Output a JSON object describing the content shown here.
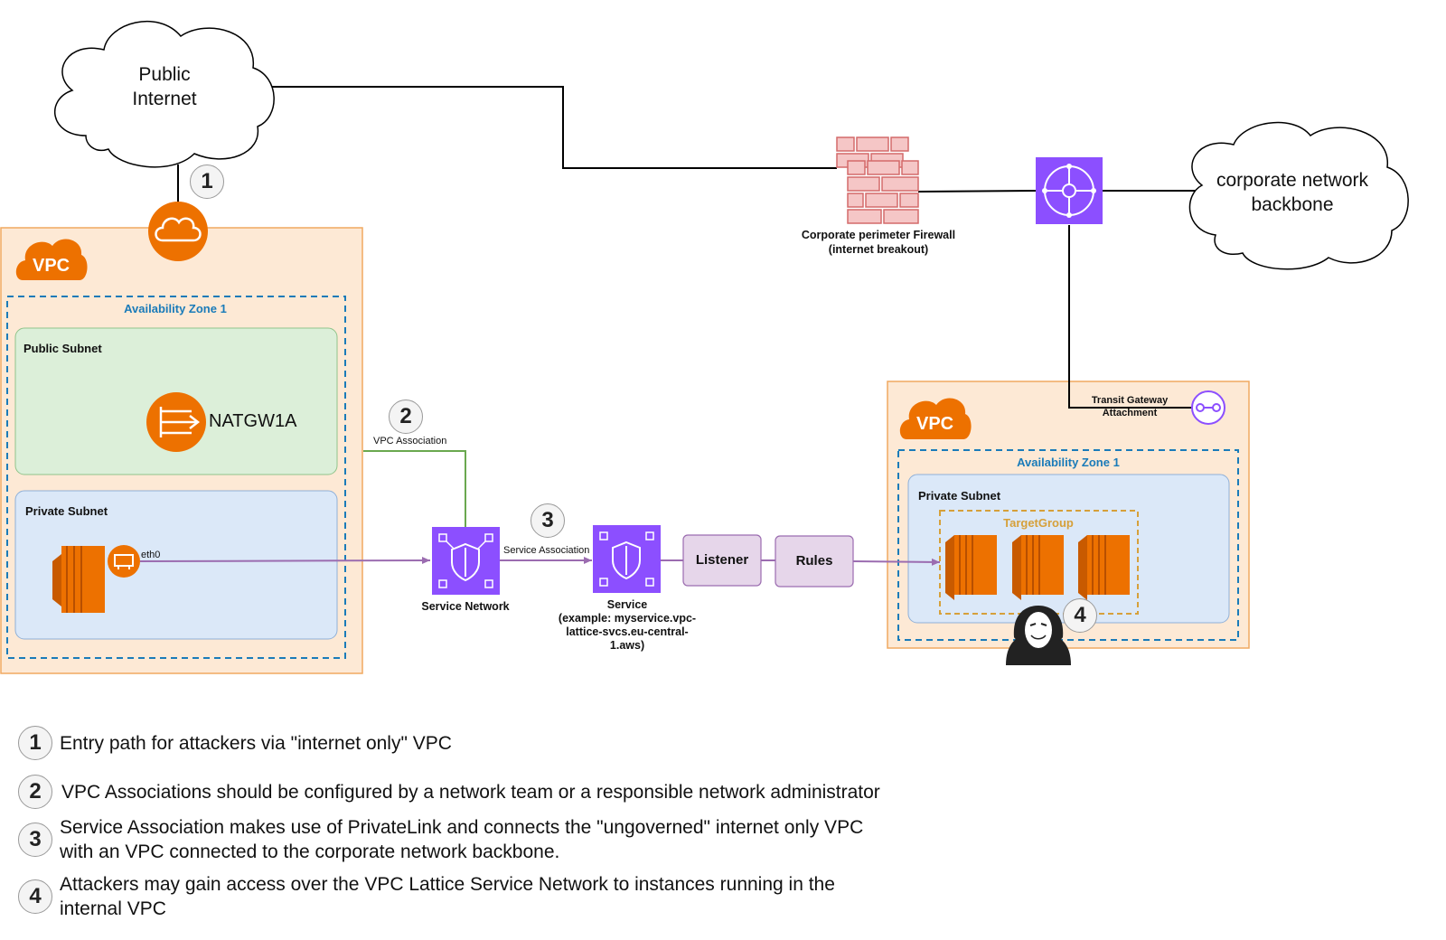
{
  "clouds": {
    "public_internet": "Public\nInternet",
    "corporate_backbone": "corporate network\nbackbone"
  },
  "firewall": {
    "label_line1": "Corporate perimeter Firewall",
    "label_line2": "(internet breakout)"
  },
  "vpc_left": {
    "badge": "VPC",
    "az_label": "Availability Zone 1",
    "public_subnet_label": "Public Subnet",
    "natgw_label": "NATGW1A",
    "private_subnet_label": "Private Subnet",
    "eni_label": "eth0"
  },
  "vpc_right": {
    "badge": "VPC",
    "tgw_attachment_line1": "Transit Gateway",
    "tgw_attachment_line2": "Attachment",
    "az_label": "Availability Zone 1",
    "private_subnet_label": "Private Subnet",
    "target_group_label": "TargetGroup"
  },
  "service_network": {
    "label": "Service Network",
    "vpc_association_label": "VPC Association",
    "service_association_label": "Service Association"
  },
  "service": {
    "label_line1": "Service",
    "label_line2": "(example: myservice.vpc-",
    "label_line3": "lattice-svcs.eu-central-",
    "label_line4": "1.aws)"
  },
  "listener_label": "Listener",
  "rules_label": "Rules",
  "badges": [
    "1",
    "2",
    "3",
    "4"
  ],
  "legend": [
    {
      "num": "1",
      "text": "Entry path for attackers via \"internet only\" VPC"
    },
    {
      "num": "2",
      "text": "VPC Associations should be configured by a network team or a responsible network administrator"
    },
    {
      "num": "3",
      "text": "Service Association makes use of PrivateLink and connects the \"ungoverned\" internet only VPC\nwith an VPC connected to the corporate network backbone."
    },
    {
      "num": "4",
      "text": "Attackers may gain access over the VPC Lattice Service Network to instances running in the\ninternal VPC"
    }
  ],
  "colors": {
    "vpc_fill": "#fde9d5",
    "vpc_border": "#f0a960",
    "aws_orange": "#ed7100",
    "public_subnet_fill": "#dcefd9",
    "private_subnet_fill": "#dbe8f8",
    "az_border": "#1a7bb9",
    "lattice_purple": "#8c4fff",
    "lattice_box_fill": "#e6d6ea",
    "target_group_border": "#d6a03a",
    "firewall_fill": "#f5c6c6",
    "firewall_stroke": "#d46a6a"
  }
}
